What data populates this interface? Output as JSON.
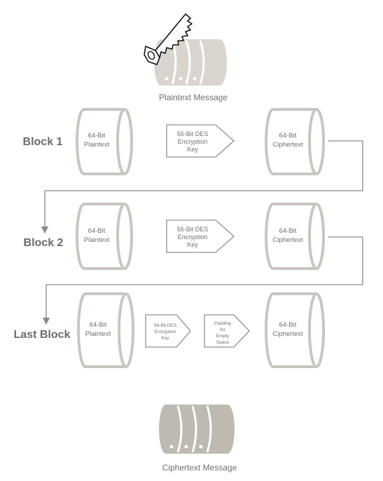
{
  "top_message": "Plaintext Message",
  "bottom_message": "Ciphertext Message",
  "blocks": [
    {
      "label": "Block 1",
      "plain": [
        "64-Bit",
        "Plaintext"
      ],
      "key": [
        "56-Bit DES",
        "Encryption",
        "Key"
      ],
      "cipher": [
        "64-Bit",
        "Ciphertext"
      ]
    },
    {
      "label": "Block 2",
      "plain": [
        "64-Bit",
        "Plaintext"
      ],
      "key": [
        "56-Bit DES",
        "Encryption",
        "Key"
      ],
      "cipher": [
        "64-Bit",
        "Ciphertext"
      ]
    },
    {
      "label": "Last Block",
      "plain": [
        "64-Bit",
        "Plaintext"
      ],
      "key": [
        "56-Bit DES",
        "Encryption",
        "Key"
      ],
      "padding": [
        "Padding",
        "for",
        "Empty",
        "Space"
      ],
      "cipher": [
        "64-Bit",
        "Ciphertext"
      ]
    }
  ],
  "icons": {
    "top": "saw-cutting-disk-stack-icon",
    "bottom": "disk-stack-icon"
  },
  "colors": {
    "cylinder_stroke": "#c9c6bf",
    "disk_top": "#d7d3cc",
    "disk_bottom": "#bfbbb3",
    "text": "#6f6f6b",
    "connector": "#8a8a86"
  }
}
